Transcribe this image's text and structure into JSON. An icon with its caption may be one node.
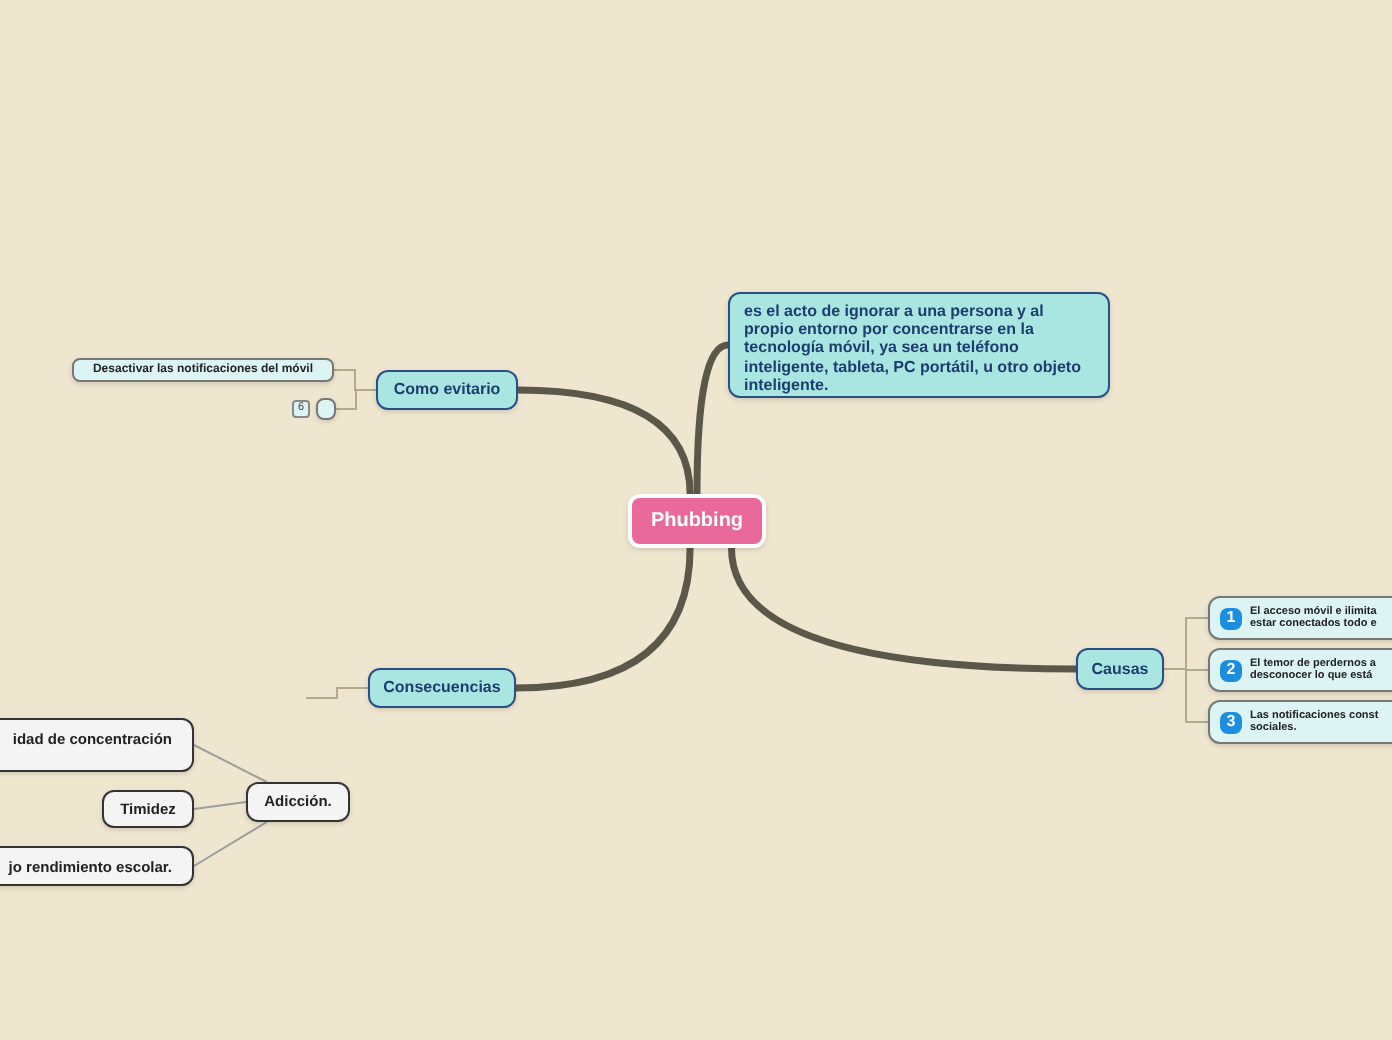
{
  "diagram": {
    "nodes": [
      {
        "text": [
          "Phubbing"
        ]
      },
      {
        "text": [
          "es el acto de ignorar a una persona y al propio entorno por concentrarse en la tecnología móvil, ya sea un teléfono inteligente, tableta, PC portátil, u otro objeto inteligente."
        ]
      },
      {
        "text": [
          "Como evitario"
        ]
      },
      {
        "text": [
          "Desactivar las notificaciones del móvil"
        ]
      },
      {
        "text": [],
        "shape": "box",
        "beside": [
          "6"
        ]
      },
      {
        "text": [
          "Consecuencias"
        ]
      },
      {
        "text": [
          "Adicción."
        ]
      },
      {
        "text": [
          "idad de concentración"
        ]
      },
      {
        "text": [
          "Timidez"
        ]
      },
      {
        "text": [
          "jo rendimiento escolar."
        ]
      },
      {
        "text": [
          "Causas"
        ]
      },
      {
        "text": [
          "1",
          "El acceso móvil e ilimita estar conectados todo e"
        ]
      },
      {
        "text": [
          "2",
          "El temor de perdernos a desconocer lo que está"
        ]
      },
      {
        "text": [
          "3",
          "Las notificaciones const sociales."
        ]
      }
    ],
    "edges": [
      {
        "from": 0,
        "to": 1,
        "arrow": "none",
        "style": "thick",
        "color": "#5c5849"
      },
      {
        "from": 0,
        "to": 2,
        "arrow": "none",
        "style": "thick",
        "color": "#5c5849"
      },
      {
        "from": 0,
        "to": 5,
        "arrow": "none",
        "style": "thick",
        "color": "#5c5849"
      },
      {
        "from": 0,
        "to": 10,
        "arrow": "none",
        "style": "thick",
        "color": "#5c5849"
      },
      {
        "from": 2,
        "to": 3,
        "arrow": "none"
      },
      {
        "from": 2,
        "to": 4,
        "arrow": "none"
      },
      {
        "from": null,
        "to": 5,
        "arrow": "none"
      },
      {
        "from": 6,
        "to": 7,
        "arrow": "none",
        "color": "#9e9e9e"
      },
      {
        "from": 6,
        "to": 8,
        "arrow": "none",
        "color": "#9e9e9e"
      },
      {
        "from": 6,
        "to": 9,
        "arrow": "none",
        "color": "#9e9e9e"
      },
      {
        "from": 10,
        "to": 11,
        "arrow": "none"
      },
      {
        "from": 10,
        "to": 12,
        "arrow": "none"
      },
      {
        "from": 10,
        "to": 13,
        "arrow": "none"
      }
    ]
  }
}
